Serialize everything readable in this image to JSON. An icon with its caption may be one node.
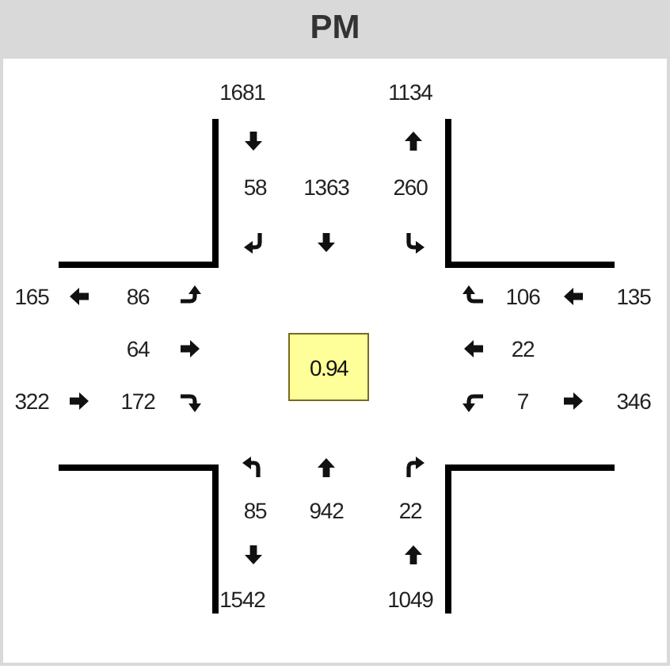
{
  "diagram": {
    "title": "PM",
    "nodes": [
      {
        "text": [
          "0.94"
        ]
      }
    ],
    "labels": [
      "1681",
      "1134",
      "58",
      "1363",
      "260",
      "165",
      "86",
      "106",
      "135",
      "64",
      "22",
      "322",
      "172",
      "7",
      "346",
      "85",
      "942",
      "22",
      "1542",
      "1049"
    ]
  }
}
